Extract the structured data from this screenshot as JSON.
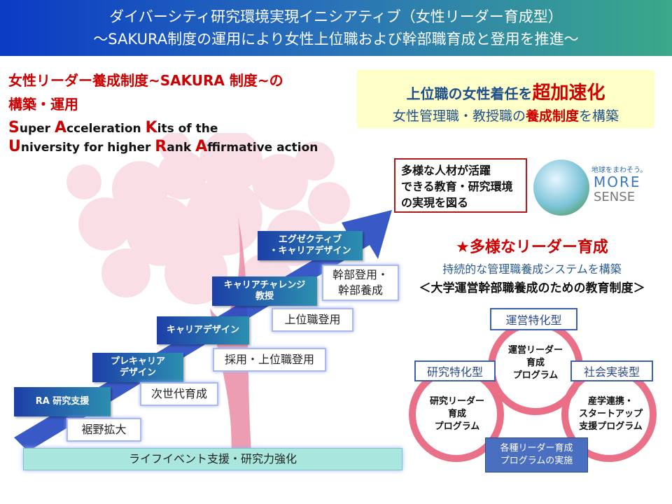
{
  "header": {
    "line1": "ダイバーシティ研究環境実現イニシアティブ（女性リーダー育成型）",
    "line2": "～SAKURA制度の運用により女性上位職および幹部職育成と登用を推進～"
  },
  "left_title": {
    "line1": "女性リーダー養成制度~SAKURA 制度~の",
    "line2": "構築・運用"
  },
  "acronym": {
    "line1": [
      [
        "S",
        "uper "
      ],
      [
        "A",
        "cceleration "
      ],
      [
        "K",
        "its of the"
      ]
    ],
    "line2": [
      [
        "U",
        "niversity for higher "
      ],
      [
        "R",
        "ank "
      ],
      [
        "A",
        "ffirmative action"
      ]
    ]
  },
  "yellow_box": {
    "line1_pre": "上位職の女性着任を",
    "line1_em": "超加速化",
    "line2_pre": "女性管理職・教授職の",
    "line2_em": "養成制度",
    "line2_post": "を構築"
  },
  "goal_box": [
    "多様な人材が活躍",
    "できる教育・研究環境",
    "の実現を図る"
  ],
  "logo": {
    "tagline": "地球をまわそう。",
    "word1": "MORE",
    "word2": "SENSE"
  },
  "leaders": {
    "title": "★多様なリーダー育成",
    "subtitle": "持続的な管理職養成システムを構築",
    "system": "＜大学運営幹部職養成のための教育制度＞"
  },
  "steps": [
    "RA 研究支援",
    "プレキャリア\nデザイン",
    "キャリアデザイン",
    "キャリアチャレンジ\n教授",
    "エグゼクティブ\n・キャリアデザイン"
  ],
  "outcomes": [
    "裾野拡大",
    "次世代育成",
    "採用・上位職登用",
    "上位職登用",
    "幹部登用・\n幹部養成"
  ],
  "base_bar": "ライフイベント支援・研究力強化",
  "venn": {
    "tag_top": "運営特化型",
    "tag_left": "研究特化型",
    "tag_right": "社会実装型",
    "top": "運営リーダー\n育成\nプログラム",
    "left": "研究リーダー\n育成\nプログラム",
    "right": "産学連携・\nスタートアップ\n支援プログラム",
    "bottom": "各種リーダー育成\nプログラムの実施"
  },
  "colors": {
    "accent_red": "#cc0000",
    "step_blue": "#1d3fa8",
    "venn_pink": "#e8607a"
  }
}
